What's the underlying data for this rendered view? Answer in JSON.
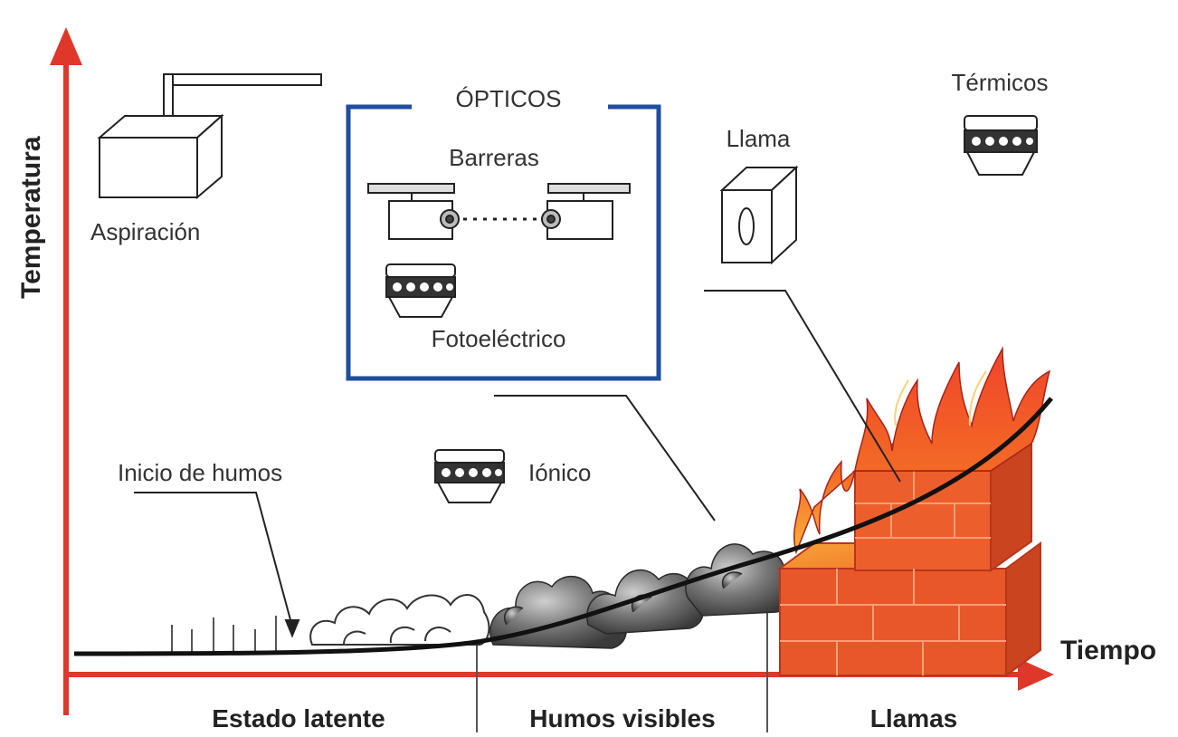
{
  "diagram": {
    "axes": {
      "y_label": "Temperatura",
      "x_label": "Tiempo",
      "axis_color": "#e0372b"
    },
    "stages": [
      "Estado latente",
      "Humos visibles",
      "Llamas"
    ],
    "detectors": {
      "aspiration": "Aspiración",
      "optical_group_title": "ÓPTICOS",
      "optical_group_color": "#1f4e9e",
      "beam": "Barreras",
      "photoelectric": "Fotoeléctrico",
      "flame": "Llama",
      "thermal": "Térmicos",
      "ionic": "Iónico"
    },
    "annotations": {
      "smoke_start": "Inicio de humos"
    },
    "colors": {
      "curve": "#111111",
      "fire": "#f26522",
      "brick": "#e8572a",
      "smoke": "#555555"
    }
  }
}
